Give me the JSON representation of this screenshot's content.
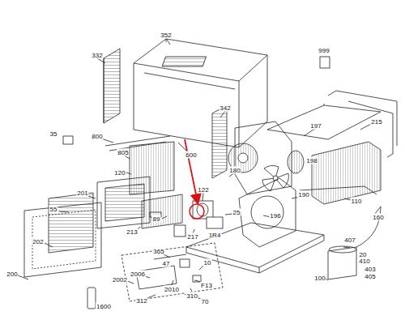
{
  "diagram": {
    "labels": [
      "332",
      "352",
      "999",
      "342",
      "197",
      "215",
      "35",
      "800",
      "805",
      "600",
      "120",
      "180",
      "198",
      "201",
      "55",
      "122",
      "25",
      "190",
      "110",
      "89",
      "1R4",
      "196",
      "160",
      "213",
      "365",
      "217",
      "47",
      "10",
      "2006",
      "2002",
      "2010",
      "F13",
      "310",
      "312",
      "70",
      "202",
      "200",
      "1600",
      "407",
      "20",
      "410",
      "100",
      "403",
      "405"
    ]
  }
}
